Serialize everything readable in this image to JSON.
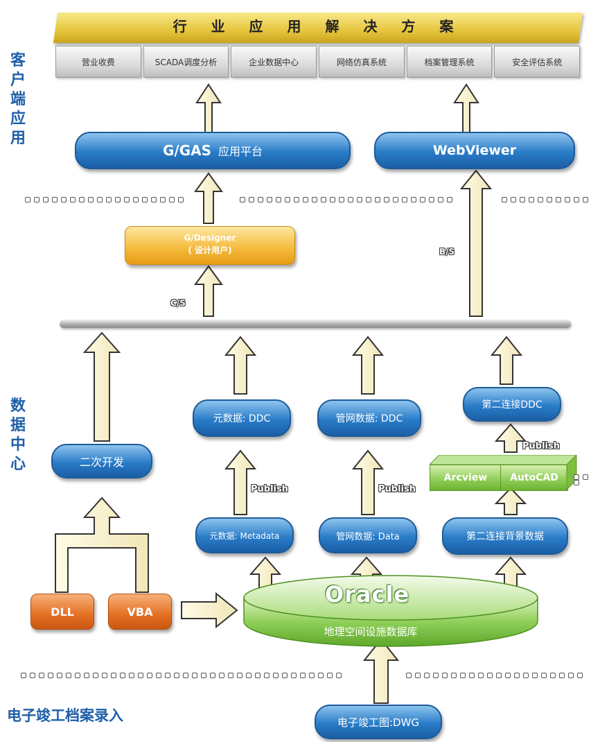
{
  "title": "行 业 应 用 解 决 方 案",
  "apps": [
    "营业收费",
    "SCADA调度分析",
    "企业数据中心",
    "网络仿真系统",
    "档案管理系统",
    "安全评估系统"
  ],
  "side_labels": {
    "client": [
      "客",
      "户",
      "端",
      "应",
      "用"
    ],
    "data_center": [
      "数",
      "据",
      "中",
      "心"
    ]
  },
  "bottom_label": "电子竣工档案录入",
  "nodes": {
    "ggas": "G/GAS",
    "ggas_suffix": "应用平台",
    "webviewer": "WebViewer",
    "gdesigner": "G/Designer",
    "gdesigner_sub": "( 设计用户)",
    "secondary_dev": "二次开发",
    "meta_ddc": "元数据: DDC",
    "pipe_ddc": "管网数据: DDC",
    "second_ddc": "第二连接DDC",
    "meta_metadata": "元数据: Metadata",
    "pipe_data": "管网数据: Data",
    "second_bg": "第二连接背景数据",
    "arcview": "Arcview",
    "autocad": "AutoCAD",
    "dll": "DLL",
    "vba": "VBA",
    "oracle": "Oracle",
    "oracle_sub": "地理空间设施数据库",
    "dwg": "电子竣工图:DWG"
  },
  "arrow_labels": {
    "cs": "C/S",
    "bs": "B/S",
    "publish": "Publish"
  }
}
